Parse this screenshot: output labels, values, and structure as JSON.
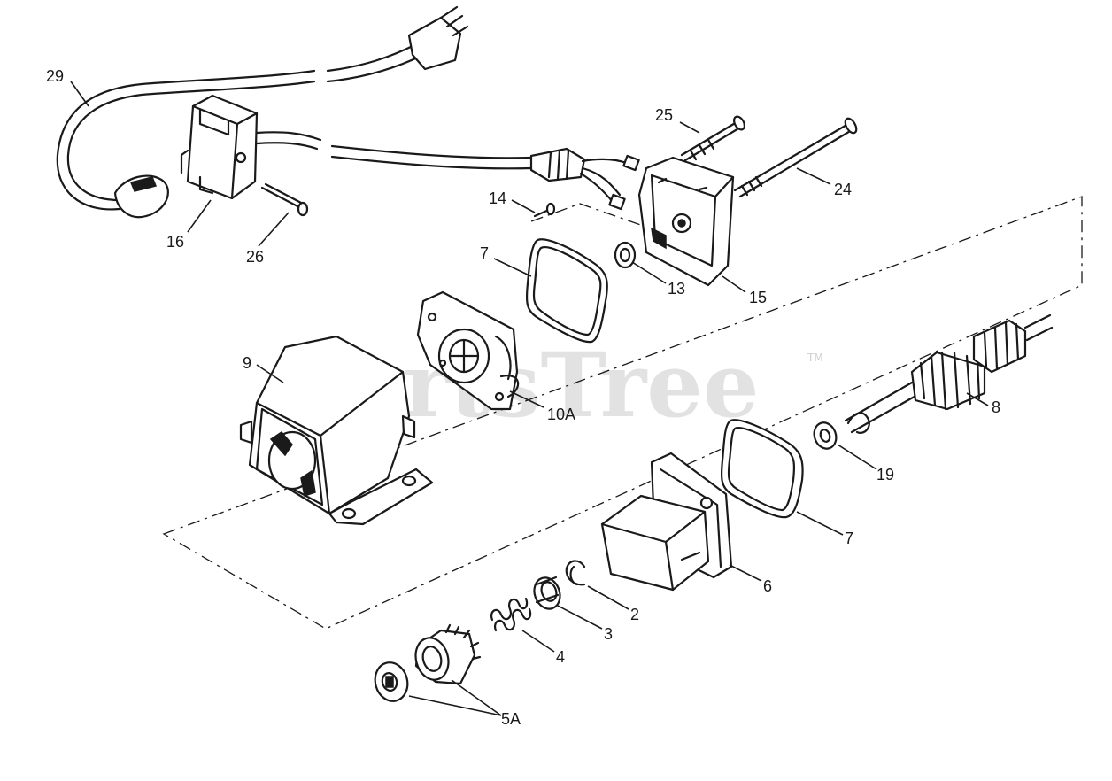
{
  "watermark": {
    "text": "PartsTree",
    "trademark": "TM"
  },
  "callouts": {
    "c29": "29",
    "c16": "16",
    "c26": "26",
    "c25": "25",
    "c24": "24",
    "c14": "14",
    "c7a": "7",
    "c13": "13",
    "c15": "15",
    "c9": "9",
    "c10a": "10A",
    "c8": "8",
    "c19": "19",
    "c7b": "7",
    "c6": "6",
    "c2": "2",
    "c3": "3",
    "c4": "4",
    "c5a": "5A"
  }
}
